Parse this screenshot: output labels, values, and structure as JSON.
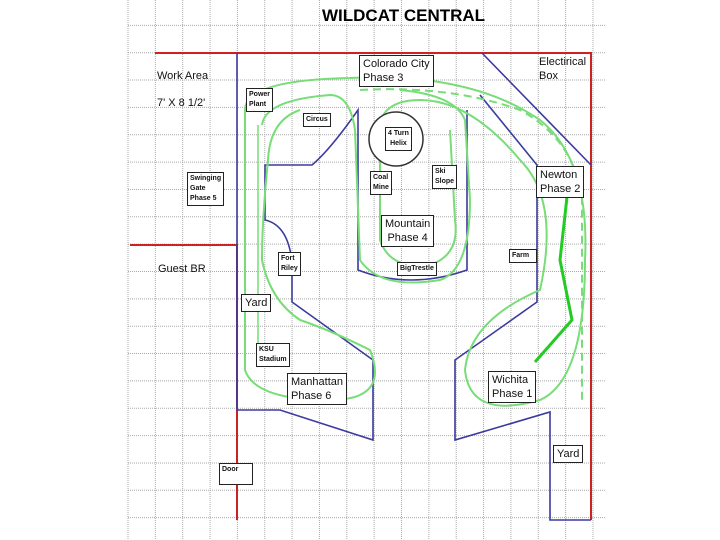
{
  "title": "WILDCAT CENTRAL",
  "areas": {
    "work_area": "Work Area",
    "work_area_size": "7' X 8 1/2'",
    "guest_br": "Guest BR",
    "electrical_box": "Electirical\nBox"
  },
  "labels": {
    "colorado_city": "Colorado City\nPhase 3",
    "newton": "Newton\nPhase 2",
    "wichita": "Wichita\nPhase 1",
    "manhattan": "Manhattan\nPhase 6",
    "mountain": "Mountain\nPhase 4",
    "swinging_gate": "Swinging\nGate\nPhase 5",
    "power_plant": "Power\nPlant",
    "circus": "Circus",
    "helix": "4 Turn\nHelix",
    "coal_mine": "Coal\nMine",
    "ski_slope": "Ski\nSlope",
    "big_trestle": "BigTrestle",
    "fort_riley": "Fort\nRiley",
    "farm": "Farm",
    "yard_left": "Yard",
    "ksu_stadium": "KSU\nStadium",
    "yard_right": "Yard",
    "door": "Door"
  },
  "colors": {
    "wall": "#cc2222",
    "benchwork": "#3a3aa0",
    "track": "#66dd66",
    "grid": "#999999"
  }
}
